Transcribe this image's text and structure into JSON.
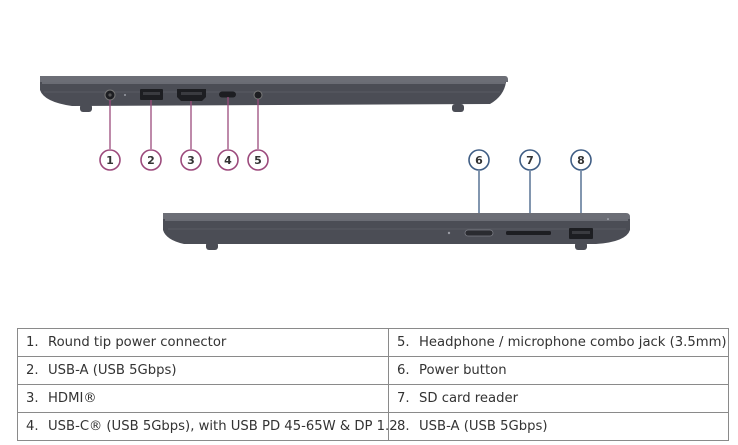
{
  "colors": {
    "pink_callout": "#9c4a7c",
    "blue_callout": "#3f5d84",
    "laptop_body": "#4b4d55",
    "laptop_edge": "#6c6e76",
    "port_dark": "#1d1e22"
  },
  "callouts_left": [
    {
      "num": "1"
    },
    {
      "num": "2"
    },
    {
      "num": "3"
    },
    {
      "num": "4"
    },
    {
      "num": "5"
    }
  ],
  "callouts_right": [
    {
      "num": "6"
    },
    {
      "num": "7"
    },
    {
      "num": "8"
    }
  ],
  "ports": [
    {
      "left_num": "1.",
      "left_text": "Round tip power connector",
      "right_num": "5.",
      "right_text": "Headphone / microphone combo jack (3.5mm)"
    },
    {
      "left_num": "2.",
      "left_text": "USB-A (USB 5Gbps)",
      "right_num": "6.",
      "right_text": "Power button"
    },
    {
      "left_num": "3.",
      "left_text": "HDMI®",
      "right_num": "7.",
      "right_text": "SD card reader"
    },
    {
      "left_num": "4.",
      "left_text": "USB-C® (USB 5Gbps), with USB PD 45-65W & DP 1.2",
      "right_num": "8.",
      "right_text": "USB-A (USB 5Gbps)"
    }
  ]
}
